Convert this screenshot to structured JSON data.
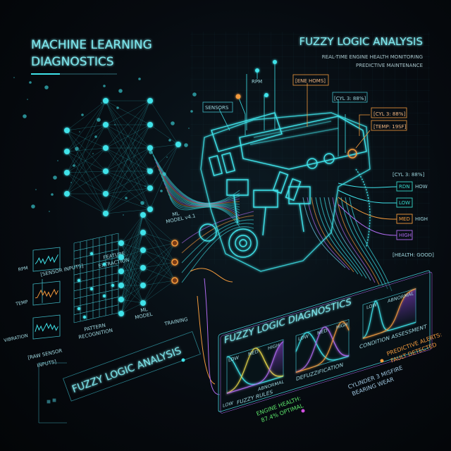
{
  "header": {
    "left_title_line1": "MACHINE LEARNING",
    "left_title_line2": "DIAGNOSTICS",
    "right_title": "FUZZY LOGIC ANALYSIS",
    "right_subtitle1": "REAL-TIME ENGINE HEALTH MONITORING",
    "right_subtitle2": "PREDICTIVE MAINTENANCE"
  },
  "engine_callouts": {
    "rpm": "RPM",
    "sensors": "SENSORS",
    "ene_homs": "[ENE HOMS]",
    "cyl3_a": "[CYL 3: 88%]",
    "cyl3_b": "[CYL 3: 88%]",
    "temp": "[TEMP: 19SF]",
    "cyl3_c": "[CYL 3: 88%]",
    "legend": [
      {
        "tag": "RDN",
        "label": "HOW",
        "color": "#36d6c8"
      },
      {
        "tag": "LOW",
        "label": "",
        "color": "#36d6c8"
      },
      {
        "tag": "MED",
        "label": "HIGH",
        "color": "#f39a3c"
      },
      {
        "tag": "HIGH",
        "label": "",
        "color": "#b06bf0"
      }
    ],
    "health": "[HEALTH: GOOD]"
  },
  "ml_pipeline": {
    "sensor_inputs": "[SENSOR INPUTS]",
    "feature_extraction_1": "FEATURE",
    "feature_extraction_2": "EXTRACTION",
    "ml_model_v_1": "ML",
    "ml_model_v_2": "MODEL v4.1",
    "sensor_labels": [
      "RPM",
      "TEMP",
      "VIBRATION"
    ],
    "raw_inputs_1": "[RAW SENSOR",
    "raw_inputs_2": "INPUTS]",
    "pattern_1": "PATTERN",
    "pattern_2": "RECOGNITION",
    "ml_model_1": "ML",
    "ml_model_2": "MODEL",
    "training": "TRAINING"
  },
  "fuzzy_panel": {
    "title": "FUZZY LOGIC DIAGNOSTICS",
    "analysis_label": "FUZZY LOGIC ANALYSIS",
    "chart1": {
      "low": "LOW",
      "med": "MED",
      "high": "HIGH",
      "abnormal": "ABNORMAL",
      "low2": "LOW",
      "caption": "FUZZY RULES"
    },
    "chart2": {
      "low": "LOW",
      "med": "MED",
      "high": "HIGH",
      "caption": "DEFUZZIFICATION"
    },
    "chart3": {
      "low": "LOW",
      "abnormal": "ABNORMAL",
      "caption": "CONDITION ASSESSMENT"
    },
    "engine_health_1": "ENGINE HEALTH:",
    "engine_health_2": "87.4% OPTIMAL",
    "fault_1": "CYLINDER 3 MISFIRE",
    "fault_2": "BEARING WEAR",
    "alert_1": "PREDICTIVE ALERTS:",
    "alert_2": "FAULT DETECTED"
  },
  "colors": {
    "cyan": "#3fe3ea",
    "orange": "#f39a3c",
    "purple": "#b06bf0",
    "green": "#5be36a",
    "yellow": "#e8d84a"
  }
}
